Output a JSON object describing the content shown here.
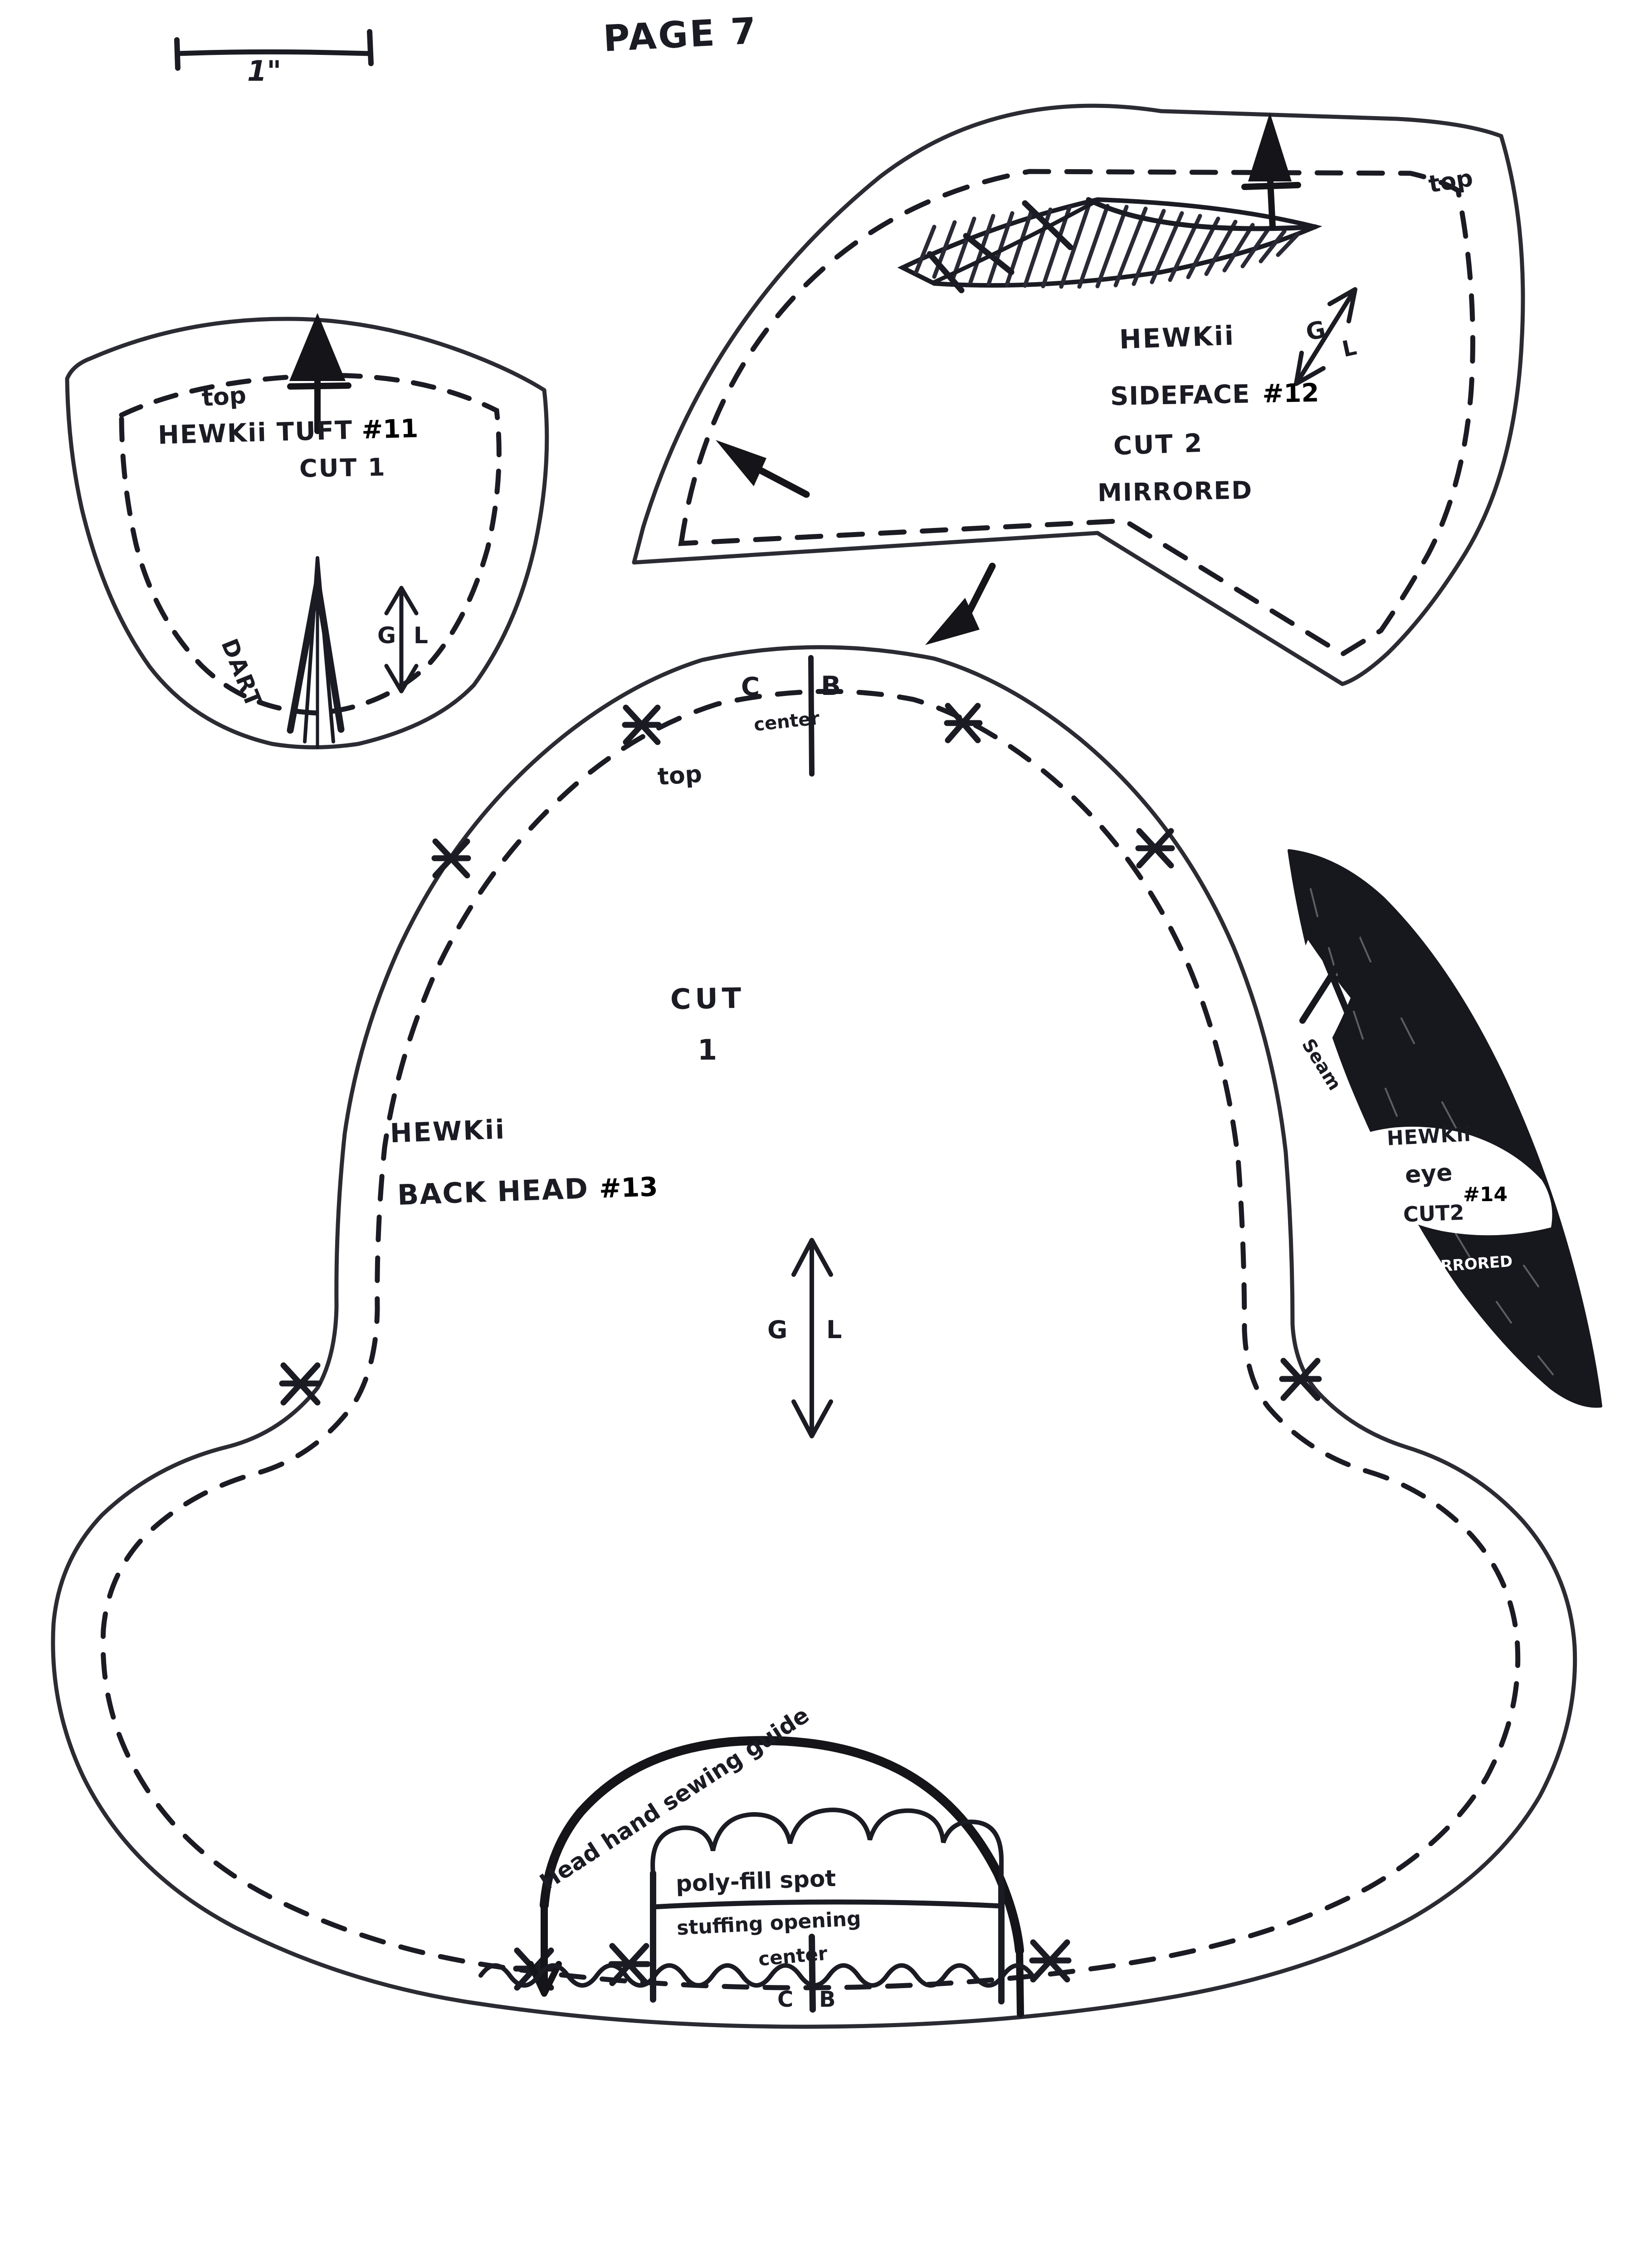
{
  "page": {
    "header_label": "PAGE 7",
    "scale_bar_label": "1\"",
    "background_color": "#ffffff",
    "ink_color": "#1b1b24"
  },
  "pieces": [
    {
      "id": "tuft",
      "name_line1": "HEWKii TUFT",
      "number": "#11",
      "cut": "CUT 1",
      "top_label": "top",
      "grainline_label_left": "G",
      "grainline_label_right": "L",
      "dart_label": "DART"
    },
    {
      "id": "sideface",
      "name_line1": "HEWKii",
      "name_line2": "SIDEFACE",
      "number": "#12",
      "cut": "CUT 2",
      "mirrored": "MIRRORED",
      "top_label": "top",
      "grainline_label_left": "G",
      "grainline_label_right": "L"
    },
    {
      "id": "backhead",
      "name_line1": "HEWKii",
      "name_line2": "BACK HEAD",
      "number": "#13",
      "cut_line1": "CUT",
      "cut_line2": "1",
      "top_label": "top",
      "center_back_c": "C",
      "center_back_b": "B",
      "center_label": "center",
      "grainline_label_left": "G",
      "grainline_label_right": "L",
      "bottom_center_back_c": "C",
      "bottom_center_back_b": "B",
      "annotations": {
        "hand_sewing_guide": "Head hand sewing guide",
        "poly_fill_spot": "poly-fill spot",
        "stuffing_opening": "stuffing opening",
        "stuffing_center": "center"
      }
    },
    {
      "id": "eye",
      "name_line1": "HEWKii",
      "name_line2": "eye",
      "number": "#14",
      "cut": "CUT2",
      "mirrored": "MIRRORED",
      "seam_label": "Seam"
    }
  ]
}
